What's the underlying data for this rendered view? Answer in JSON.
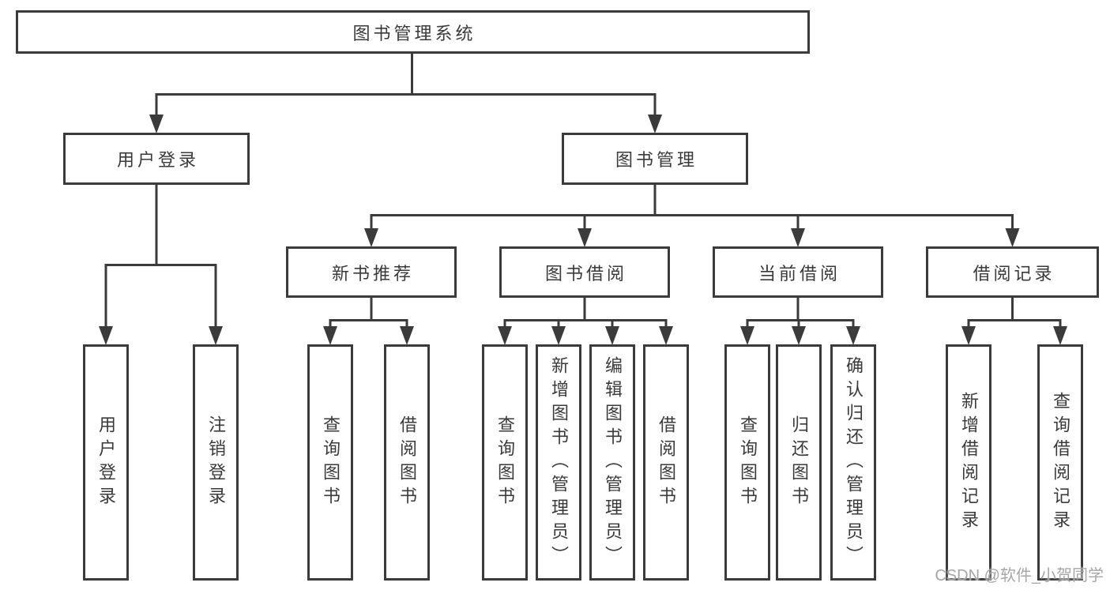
{
  "colors": {
    "line": "#3b3b3b",
    "text": "#3a3a3a",
    "box_background": "#ffffff",
    "watermark_text": "#a6a6a6"
  },
  "root": {
    "label": "图书管理系统"
  },
  "login": {
    "label": "用户登录",
    "children": [
      {
        "label": "用户登录"
      },
      {
        "label": "注销登录"
      }
    ]
  },
  "management": {
    "label": "图书管理",
    "sections": [
      {
        "label": "新书推荐",
        "children": [
          {
            "label": "查询图书"
          },
          {
            "label": "借阅图书"
          }
        ]
      },
      {
        "label": "图书借阅",
        "children": [
          {
            "label": "查询图书"
          },
          {
            "label": "新增图书（管理员）"
          },
          {
            "label": "编辑图书（管理员）"
          },
          {
            "label": "借阅图书"
          }
        ]
      },
      {
        "label": "当前借阅",
        "children": [
          {
            "label": "查询图书"
          },
          {
            "label": "归还图书"
          },
          {
            "label": "确认归还（管理员）"
          }
        ]
      },
      {
        "label": "借阅记录",
        "children": [
          {
            "label": "新增借阅记录"
          },
          {
            "label": "查询借阅记录"
          }
        ]
      }
    ]
  },
  "watermark": {
    "text": "CSDN @软件_小贺同学"
  }
}
